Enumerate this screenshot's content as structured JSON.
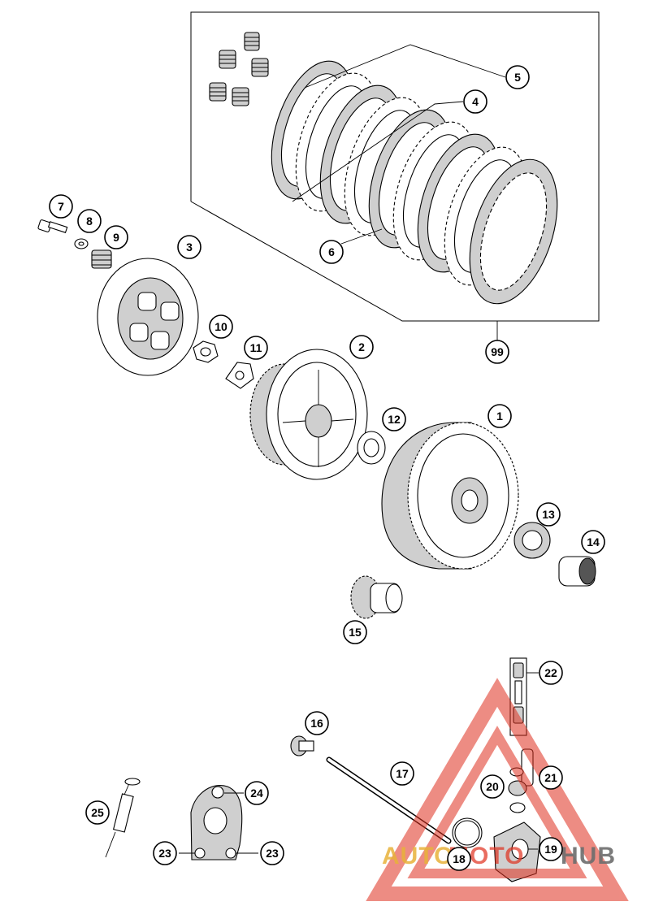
{
  "callouts": [
    {
      "id": "1",
      "label": "1"
    },
    {
      "id": "2",
      "label": "2"
    },
    {
      "id": "3",
      "label": "3"
    },
    {
      "id": "4",
      "label": "4"
    },
    {
      "id": "5",
      "label": "5"
    },
    {
      "id": "6",
      "label": "6"
    },
    {
      "id": "7",
      "label": "7"
    },
    {
      "id": "8",
      "label": "8"
    },
    {
      "id": "9",
      "label": "9"
    },
    {
      "id": "10",
      "label": "10"
    },
    {
      "id": "11",
      "label": "11"
    },
    {
      "id": "12",
      "label": "12"
    },
    {
      "id": "13",
      "label": "13"
    },
    {
      "id": "14",
      "label": "14"
    },
    {
      "id": "15",
      "label": "15"
    },
    {
      "id": "16",
      "label": "16"
    },
    {
      "id": "17",
      "label": "17"
    },
    {
      "id": "18",
      "label": "18"
    },
    {
      "id": "19",
      "label": "19"
    },
    {
      "id": "20",
      "label": "20"
    },
    {
      "id": "21",
      "label": "21"
    },
    {
      "id": "22",
      "label": "22"
    },
    {
      "id": "23a",
      "label": "23"
    },
    {
      "id": "23b",
      "label": "23"
    },
    {
      "id": "24",
      "label": "24"
    },
    {
      "id": "25",
      "label": "25"
    },
    {
      "id": "99",
      "label": "99"
    }
  ],
  "watermark": {
    "text_auto": "AUTO",
    "text_moto": "MOTO",
    "text_hub": "HUB",
    "color_accent": "#e0301e",
    "color_gold": "#e8b23a",
    "color_gray": "#6d6d6d"
  }
}
